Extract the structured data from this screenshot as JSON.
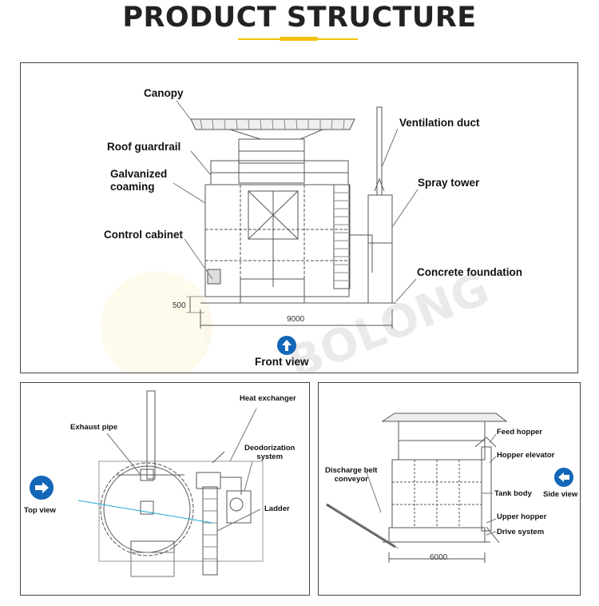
{
  "header": {
    "title": "PRODUCT STRUCTURE"
  },
  "front_view": {
    "caption": "Front view",
    "labels": {
      "canopy": "Canopy",
      "roof_guardrail": "Roof guardrail",
      "galvanized_coaming": "Galvanized\ncoaming",
      "control_cabinet": "Control cabinet",
      "ventilation_duct": "Ventilation duct",
      "spray_tower": "Spray tower",
      "concrete_foundation": "Concrete foundation"
    },
    "dimensions": {
      "height": "500",
      "width": "9000"
    }
  },
  "top_view": {
    "caption": "Top view",
    "labels": {
      "exhaust_pipe": "Exhaust pipe",
      "heat_exchanger": "Heat exchanger",
      "deodorization_system": "Deodorization\nsystem",
      "ladder": "Ladder"
    }
  },
  "side_view": {
    "caption": "Side view",
    "labels": {
      "feed_hopper": "Feed hopper",
      "hopper_elevator": "Hopper elevator",
      "discharge_belt_conveyor": "Discharge belt\nconveyor",
      "tank_body": "Tank body",
      "upper_hopper": "Upper hopper",
      "drive_system": "Drive system"
    },
    "dimensions": {
      "width": "6000"
    }
  },
  "watermark": {
    "text": "BOLONG"
  },
  "colors": {
    "accent": "#f2c20a",
    "arrow_blue": "#1466b8",
    "line": "#555555",
    "leader_blue": "#19a7d8"
  }
}
